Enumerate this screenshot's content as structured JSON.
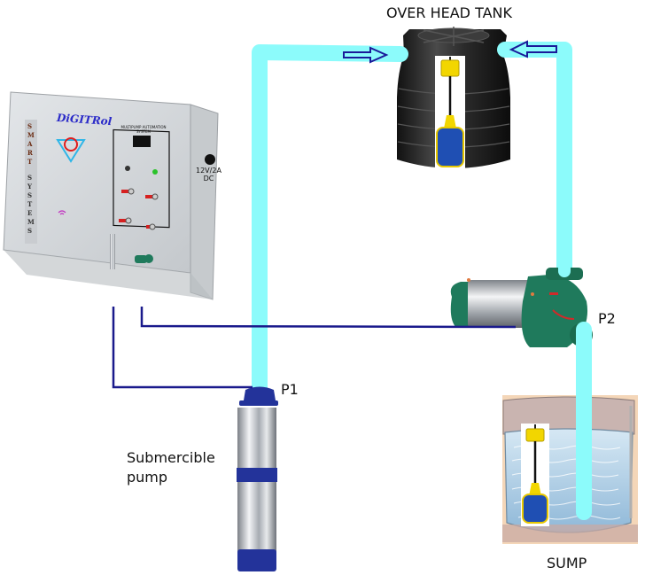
{
  "diagram": {
    "title_label": "OVER HEAD TANK",
    "labels": {
      "p1": "P1",
      "p2": "P2",
      "submersible": "Submercible\npump",
      "sump": "SUMP"
    },
    "controller": {
      "brand": "DiGITRol",
      "side_text_top": "SMART",
      "side_text_bottom": "SYSTEMS",
      "panel_title": "MULTIPUMP AUTOMATION SYSTEM",
      "power_label_line1": "12V/2A",
      "power_label_line2": "DC"
    },
    "colors": {
      "pipe": "#8cfbfb",
      "wire": "#1a1a8c",
      "arrow": "#1a1a9a",
      "tank": "#2b2b2b",
      "float_yellow": "#f2d600",
      "float_blue": "#1f4fb3",
      "pump_green": "#1f7a5c",
      "steel": "#c8ccd2",
      "submersible_blue": "#23339a",
      "controller_body": "#d5d8dc",
      "sump_water": "#b9d6ea"
    }
  }
}
